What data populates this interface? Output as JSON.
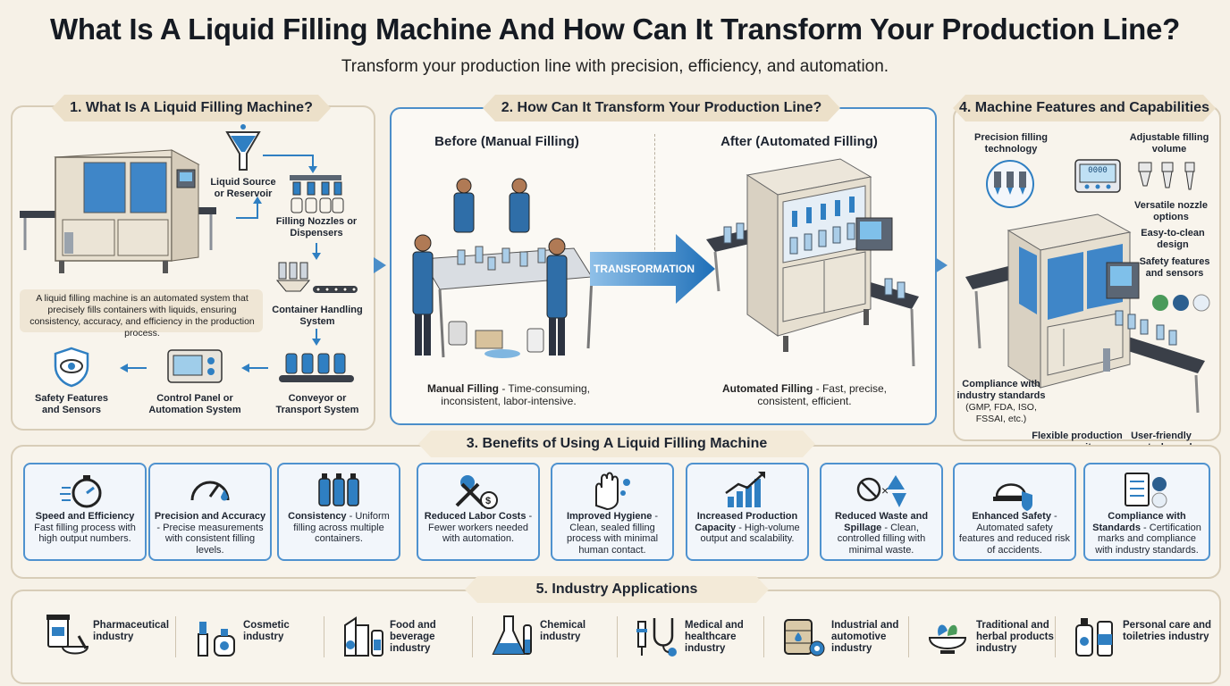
{
  "title": "What Is A Liquid Filling Machine And How Can It Transform Your Production Line?",
  "subtitle": "Transform your production line with precision, efficiency, and automation.",
  "section1": {
    "heading": "1. What Is A Liquid Filling Machine?",
    "steps": {
      "source": "Liquid Source or Reservoir",
      "nozzles": "Filling Nozzles or Dispensers",
      "handling": "Container Handling System",
      "conveyor": "Conveyor or Transport System",
      "control": "Control Panel or Automation System",
      "safety": "Safety Features and Sensors"
    },
    "description": "A liquid filling machine is an automated system that precisely fills containers with liquids, ensuring consistency, accuracy, and efficiency in the production process."
  },
  "section2": {
    "heading": "2. How Can It Transform Your Production Line?",
    "before_label": "Before (Manual Filling)",
    "after_label": "After (Automated Filling)",
    "arrow_label": "TRANSFORMATION",
    "before_caption_bold": "Manual Filling",
    "before_caption": " - Time-consuming, inconsistent, labor-intensive.",
    "after_caption_bold": "Automated Filling",
    "after_caption": " - Fast, precise, consistent, efficient."
  },
  "section3": {
    "heading": "3. Benefits of Using A Liquid Filling Machine",
    "cards": [
      {
        "title": "Speed and Efficiency",
        "text": "Fast filling process with high output numbers.",
        "icon": "stopwatch-icon"
      },
      {
        "title": "Precision and Accuracy",
        "text": " - Precise measurements with consistent filling levels.",
        "icon": "gauge-icon"
      },
      {
        "title": "Consistency",
        "text": " - Uniform filling across multiple containers.",
        "icon": "bottles-icon"
      },
      {
        "title": "Reduced Labor Costs",
        "text": " - Fewer workers needed with automation.",
        "icon": "labor-cost-icon"
      },
      {
        "title": "Improved Hygiene",
        "text": " - Clean, sealed filling process with minimal human contact.",
        "icon": "hygiene-icon"
      },
      {
        "title": "Increased Production Capacity",
        "text": " - High-volume output and scalability.",
        "icon": "growth-chart-icon"
      },
      {
        "title": "Reduced Waste and Spillage",
        "text": " - Clean, controlled filling with minimal waste.",
        "icon": "recycle-icon"
      },
      {
        "title": "Enhanced Safety",
        "text": " - Automated safety features and reduced risk of accidents.",
        "icon": "safety-helmet-icon"
      },
      {
        "title": "Compliance with Standards",
        "text": " - Certification marks and compliance with industry standards.",
        "icon": "checklist-icon"
      }
    ]
  },
  "section4": {
    "heading": "4. Machine Features and Capabilities",
    "features": {
      "precision": "Precision filling technology",
      "adjustable": "Adjustable filling volume",
      "nozzle": "Versatile nozzle options",
      "clean": "Easy-to-clean design",
      "safety": "Safety features and sensors",
      "compliance": "Compliance with industry standards",
      "compliance_list": "(GMP, FDA, ISO, FSSAI, etc.)",
      "flexible": "Flexible production capacity",
      "control": "User-friendly control panel"
    },
    "display_text": "0000"
  },
  "section5": {
    "heading": "5. Industry Applications",
    "apps": [
      {
        "label": "Pharmaceutical industry",
        "icon": "pharmacy-icon"
      },
      {
        "label": "Cosmetic industry",
        "icon": "cosmetic-icon"
      },
      {
        "label": "Food and beverage industry",
        "icon": "food-beverage-icon"
      },
      {
        "label": "Chemical industry",
        "icon": "flask-icon"
      },
      {
        "label": "Medical and healthcare industry",
        "icon": "stethoscope-icon"
      },
      {
        "label": "Industrial and automotive industry",
        "icon": "oil-drum-icon"
      },
      {
        "label": "Traditional and herbal products industry",
        "icon": "herbal-bowl-icon"
      },
      {
        "label": "Personal care and toiletries industry",
        "icon": "toiletries-icon"
      }
    ]
  },
  "colors": {
    "accent": "#2f7fc2",
    "ribbon": "#ece0c9",
    "background": "#f6f1e7"
  }
}
